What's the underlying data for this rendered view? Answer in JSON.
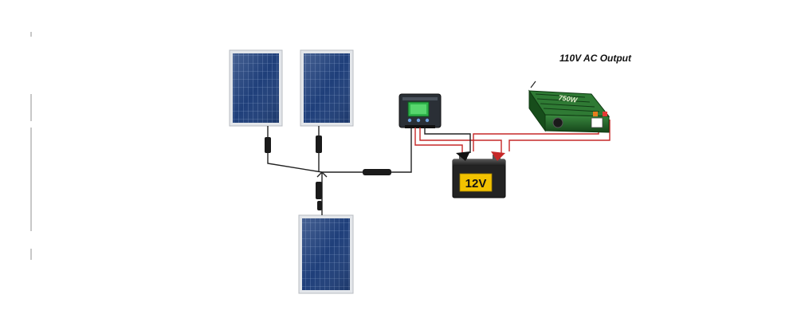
{
  "labels": {
    "ac_output": "110V AC Output",
    "battery_voltage": "12V",
    "inverter_brand": "750W"
  },
  "components": {
    "solar_panel_count": 3,
    "charge_controller": "charge-controller",
    "battery": "battery",
    "inverter": "inverter"
  },
  "colors": {
    "panel_cell": "#1f3f7a",
    "panel_frame": "#d9dde2",
    "wire_black": "#222222",
    "wire_red": "#c62828",
    "battery_body": "#222222",
    "battery_label": "#f2c200",
    "inverter_body": "#1d5a24",
    "controller_screen": "#2fb24a"
  }
}
